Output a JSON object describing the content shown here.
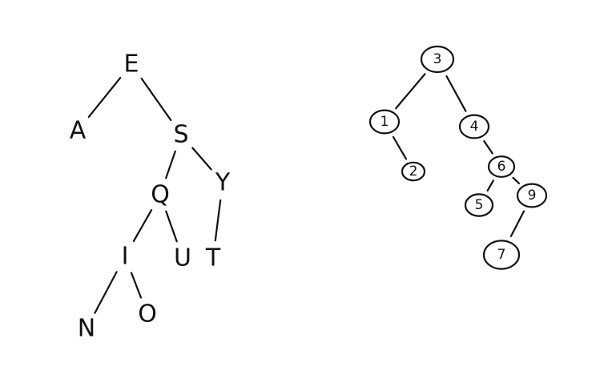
{
  "letter_tree": {
    "nodes": [
      {
        "id": "E",
        "label": "E"
      },
      {
        "id": "A",
        "label": "A"
      },
      {
        "id": "S",
        "label": "S"
      },
      {
        "id": "Q",
        "label": "Q"
      },
      {
        "id": "Y",
        "label": "Y"
      },
      {
        "id": "I",
        "label": "I"
      },
      {
        "id": "U",
        "label": "U"
      },
      {
        "id": "T",
        "label": "T"
      },
      {
        "id": "N",
        "label": "N"
      },
      {
        "id": "O",
        "label": "O"
      }
    ],
    "edges": [
      [
        "E",
        "A"
      ],
      [
        "E",
        "S"
      ],
      [
        "S",
        "Q"
      ],
      [
        "S",
        "Y"
      ],
      [
        "Q",
        "I"
      ],
      [
        "Q",
        "U"
      ],
      [
        "Y",
        "T"
      ],
      [
        "I",
        "N"
      ],
      [
        "I",
        "O"
      ]
    ]
  },
  "number_tree": {
    "nodes": [
      {
        "id": "n3",
        "label": "3"
      },
      {
        "id": "n1",
        "label": "1"
      },
      {
        "id": "n4",
        "label": "4"
      },
      {
        "id": "n2",
        "label": "2"
      },
      {
        "id": "n6",
        "label": "6"
      },
      {
        "id": "n5",
        "label": "5"
      },
      {
        "id": "n9",
        "label": "9"
      },
      {
        "id": "n7",
        "label": "7"
      }
    ],
    "edges": [
      [
        "n3",
        "n1"
      ],
      [
        "n3",
        "n4"
      ],
      [
        "n1",
        "n2"
      ],
      [
        "n4",
        "n6"
      ],
      [
        "n6",
        "n5"
      ],
      [
        "n6",
        "n9"
      ],
      [
        "n9",
        "n7"
      ]
    ]
  },
  "colors": {
    "ink": "#111111",
    "background": "#ffffff"
  }
}
